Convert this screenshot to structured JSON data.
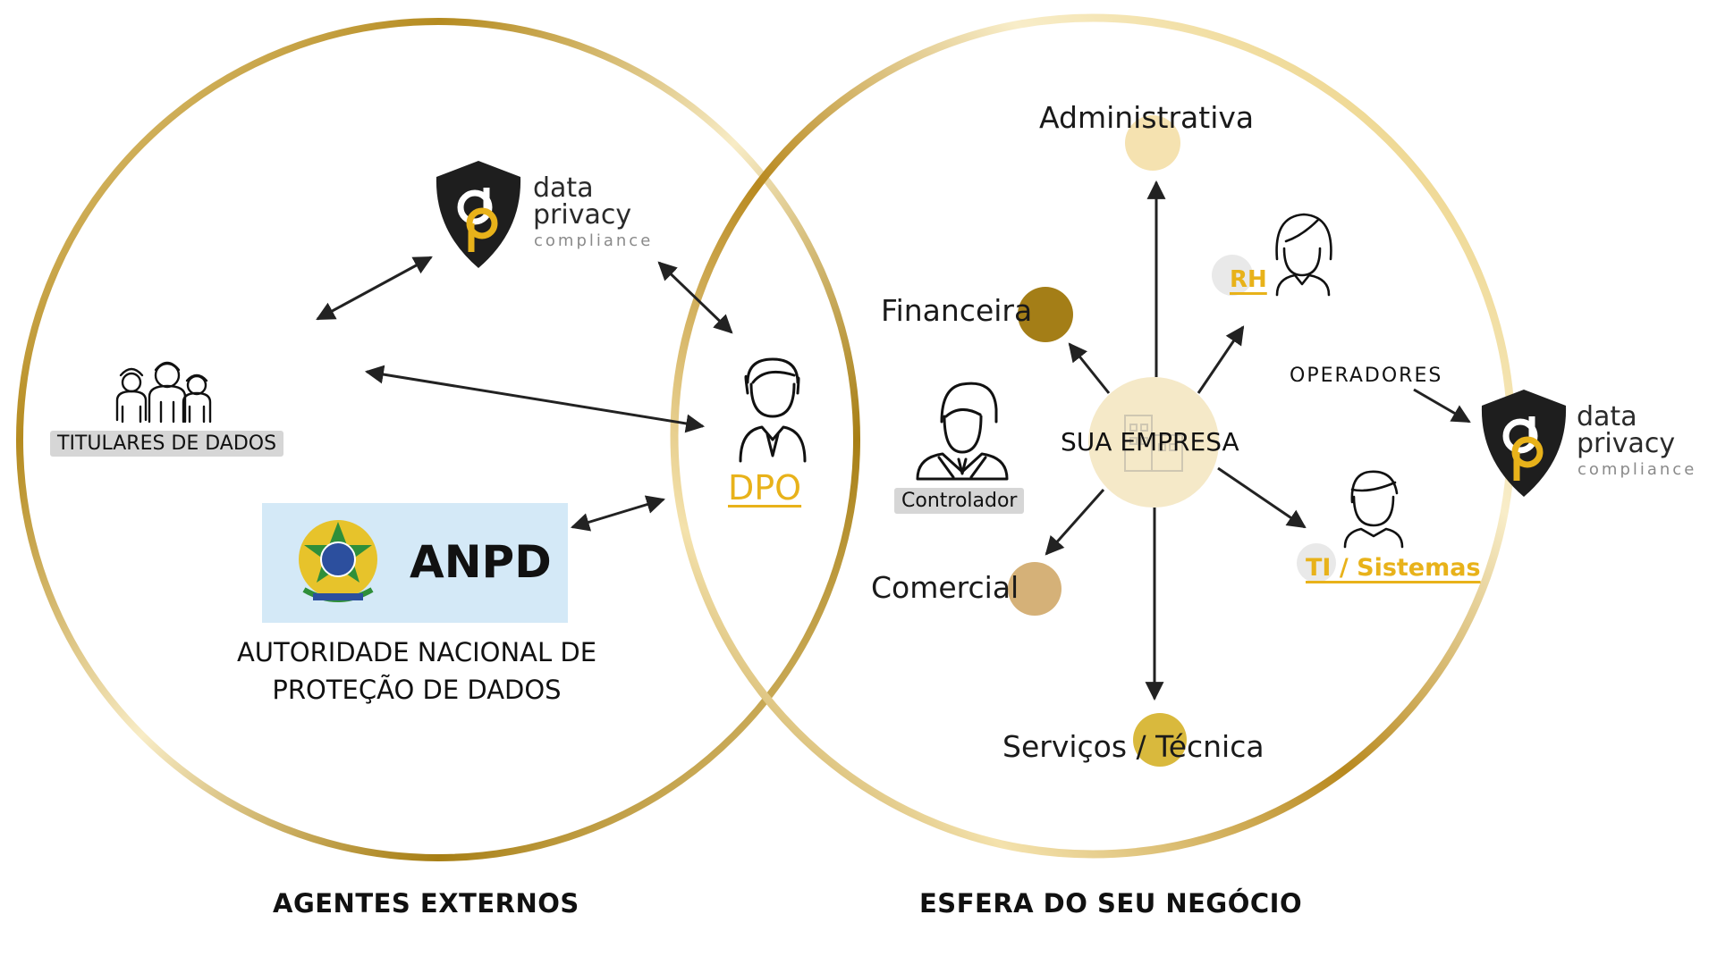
{
  "left_circle": {
    "caption": "AGENTES EXTERNOS",
    "titulares_label": "TITULARES DE DADOS",
    "anpd_badge_text": "ANPD",
    "anpd_full_line1": "AUTORIDADE NACIONAL DE",
    "anpd_full_line2": "PROTEÇÃO DE DADOS",
    "anpd_badge_color": "#d4e9f7"
  },
  "center": {
    "dpo_label": "DPO"
  },
  "right_circle": {
    "caption": "ESFERA DO SEU NEGÓCIO",
    "hub_label": "SUA EMPRESA",
    "controlador_label": "Controlador",
    "operadores_label": "OPERADORES",
    "departments": {
      "administrativa": "Administrativa",
      "financeira": "Financeira",
      "comercial": "Comercial",
      "servicos": "Serviços / Técnica",
      "rh": "RH",
      "ti": "TI / Sistemas"
    }
  },
  "logo": {
    "line1": "data",
    "line2": "privacy",
    "line3": "compliance",
    "shield_color": "#1e1e1e",
    "accent_color": "#e8b21a"
  },
  "colors": {
    "gold_dark": "#a27d14",
    "gold_mid": "#d2a94a",
    "gold_light": "#f7e7b8",
    "hub_fill": "#f5e9c8",
    "dot_admin": "#f5e2b0",
    "dot_fin": "#a47e17",
    "dot_com": "#d5b178",
    "dot_serv": "#d9b93d",
    "link_gold": "#e8b21a"
  }
}
